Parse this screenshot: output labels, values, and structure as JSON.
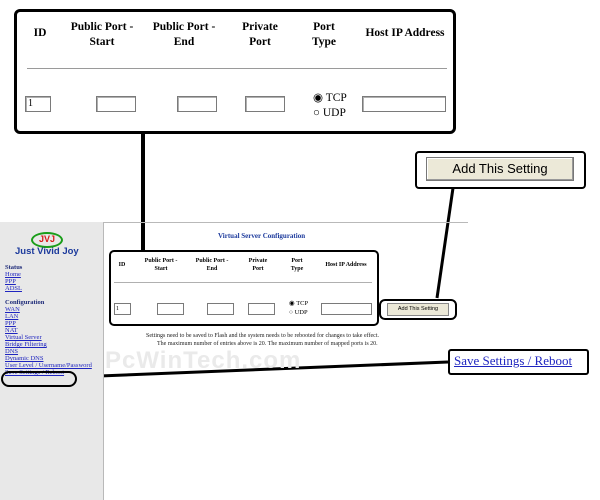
{
  "zoom_table": {
    "headers": [
      "ID",
      "Public Port -\nStart",
      "Public Port -\nEnd",
      "Private\nPort",
      "Port\nType",
      "Host IP Address"
    ],
    "id_value": "1",
    "radio_tcp": "TCP",
    "radio_udp": "UDP"
  },
  "add_button_label": "Add This Setting",
  "save_callout_label": "Save Settings / Reboot",
  "brand": {
    "logo_text": "JVJ",
    "name": "Just Vivid Joy"
  },
  "sidebar": {
    "status_heading": "Status",
    "status_links": [
      "Home",
      "PPP",
      "ADSL"
    ],
    "config_heading": "Configuration",
    "config_links": [
      "WAN",
      "LAN",
      "PPP",
      "NAT",
      "Virtual Server",
      "Bridge Filtering",
      "DNS",
      "Dynamic DNS",
      "User Level / Username/Password",
      "Save Settings / Reboot"
    ]
  },
  "main": {
    "title": "Virtual Server Configuration",
    "headers": [
      "ID",
      "Public Port -\nStart",
      "Public Port -\nEnd",
      "Private\nPort",
      "Port\nType",
      "Host IP Address"
    ],
    "id_value": "1",
    "radio_tcp": "TCP",
    "radio_udp": "UDP",
    "add_button_label": "Add This Setting",
    "note1": "Settings need to be saved to Flash and the system needs to be rebooted for changes to take effect.",
    "note2": "The maximum number of entries above is 20. The maximum number of mapped ports is 20."
  },
  "watermark": "PcWinTech.com",
  "colors": {
    "link": "#1f25c0",
    "heading_blue": "#1c3a9c",
    "logo_red": "#d71a1a",
    "logo_green": "#199d19",
    "button_face": "#ece9d8",
    "sidebar_bg": "#e8e8e8"
  }
}
